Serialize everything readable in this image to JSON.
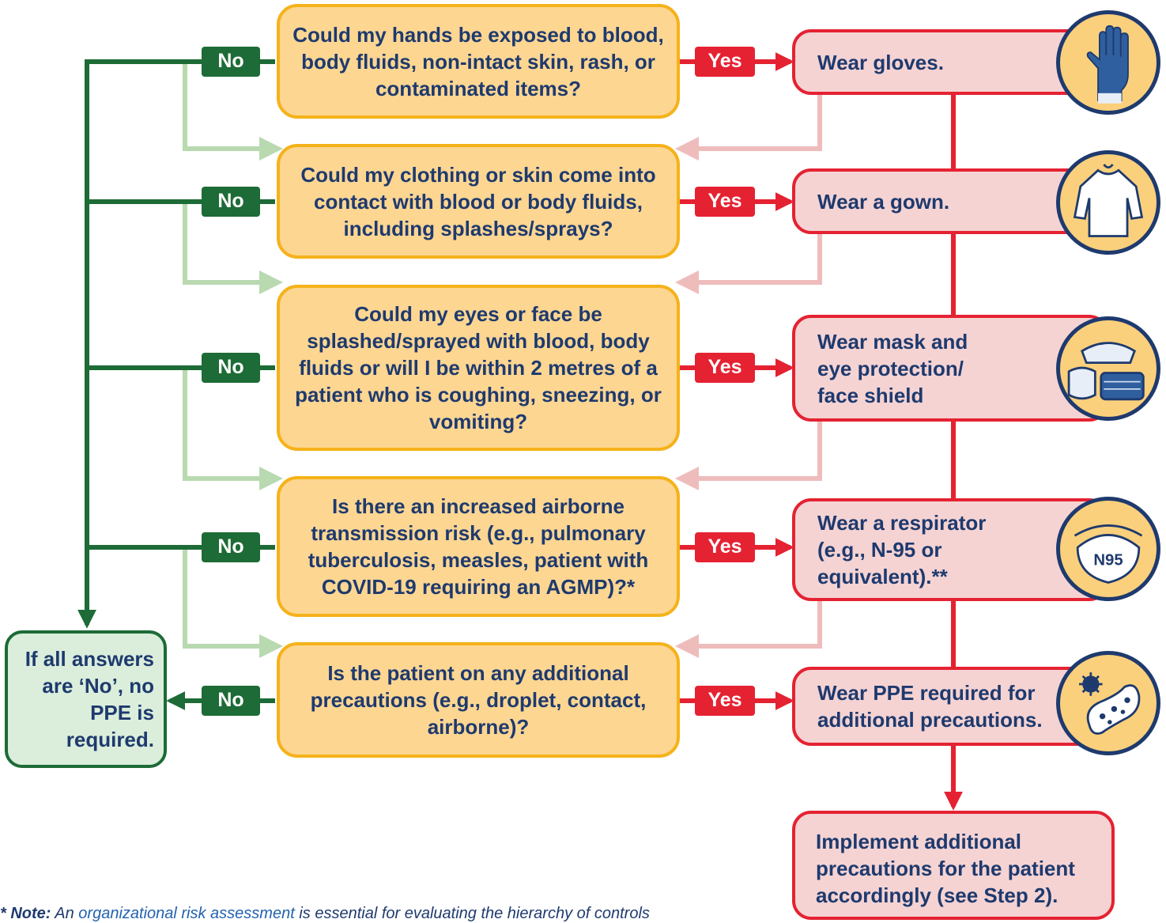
{
  "questions": [
    "Could my hands be exposed to blood, body fluids, non-intact skin, rash, or contaminated items?",
    "Could my clothing or skin come into contact with blood or body fluids, including splashes/sprays?",
    "Could my eyes or face be splashed/sprayed with blood, body fluids or will I be within 2 metres of a patient who is coughing, sneezing, or vomiting?",
    "Is there an increased airborne transmission risk (e.g., pulmonary tuberculosis, measles, patient with COVID-19 requiring an AGMP)?*",
    "Is the patient on any additional precautions (e.g., droplet, contact, airborne)?"
  ],
  "actions": [
    "Wear gloves.",
    "Wear a gown.",
    "Wear mask and eye protection/ face shield",
    "Wear a respirator (e.g., N-95 or equivalent).**",
    "Wear PPE required for additional precautions."
  ],
  "labels": {
    "no": "No",
    "yes": "Yes"
  },
  "final_no": "If all answers are ‘No’, no PPE is required.",
  "implement": {
    "text": "Implement additional precautions for the patient accordingly (see ",
    "step": "Step 2",
    "end": ")."
  },
  "icons": {
    "gloves": "glove-icon",
    "gown": "gown-icon",
    "mask": "mask-goggles-icon",
    "respirator": "n95-respirator-icon",
    "respirator_text": "N95",
    "additional": "germ-icon"
  },
  "note": {
    "lead": "* Note:",
    "text1": " An ",
    "link": "organizational risk assessment",
    "text2": " is essential for evaluating the hierarchy of controls"
  },
  "colors": {
    "question_fill": "#fdd692",
    "question_border": "#f5b21a",
    "action_fill": "#f5d3d3",
    "action_border": "#e52232",
    "no_green": "#1d6b36",
    "light_green": "#b9d9b0",
    "light_pink": "#efbcbc",
    "text_navy": "#1e3a6e"
  }
}
